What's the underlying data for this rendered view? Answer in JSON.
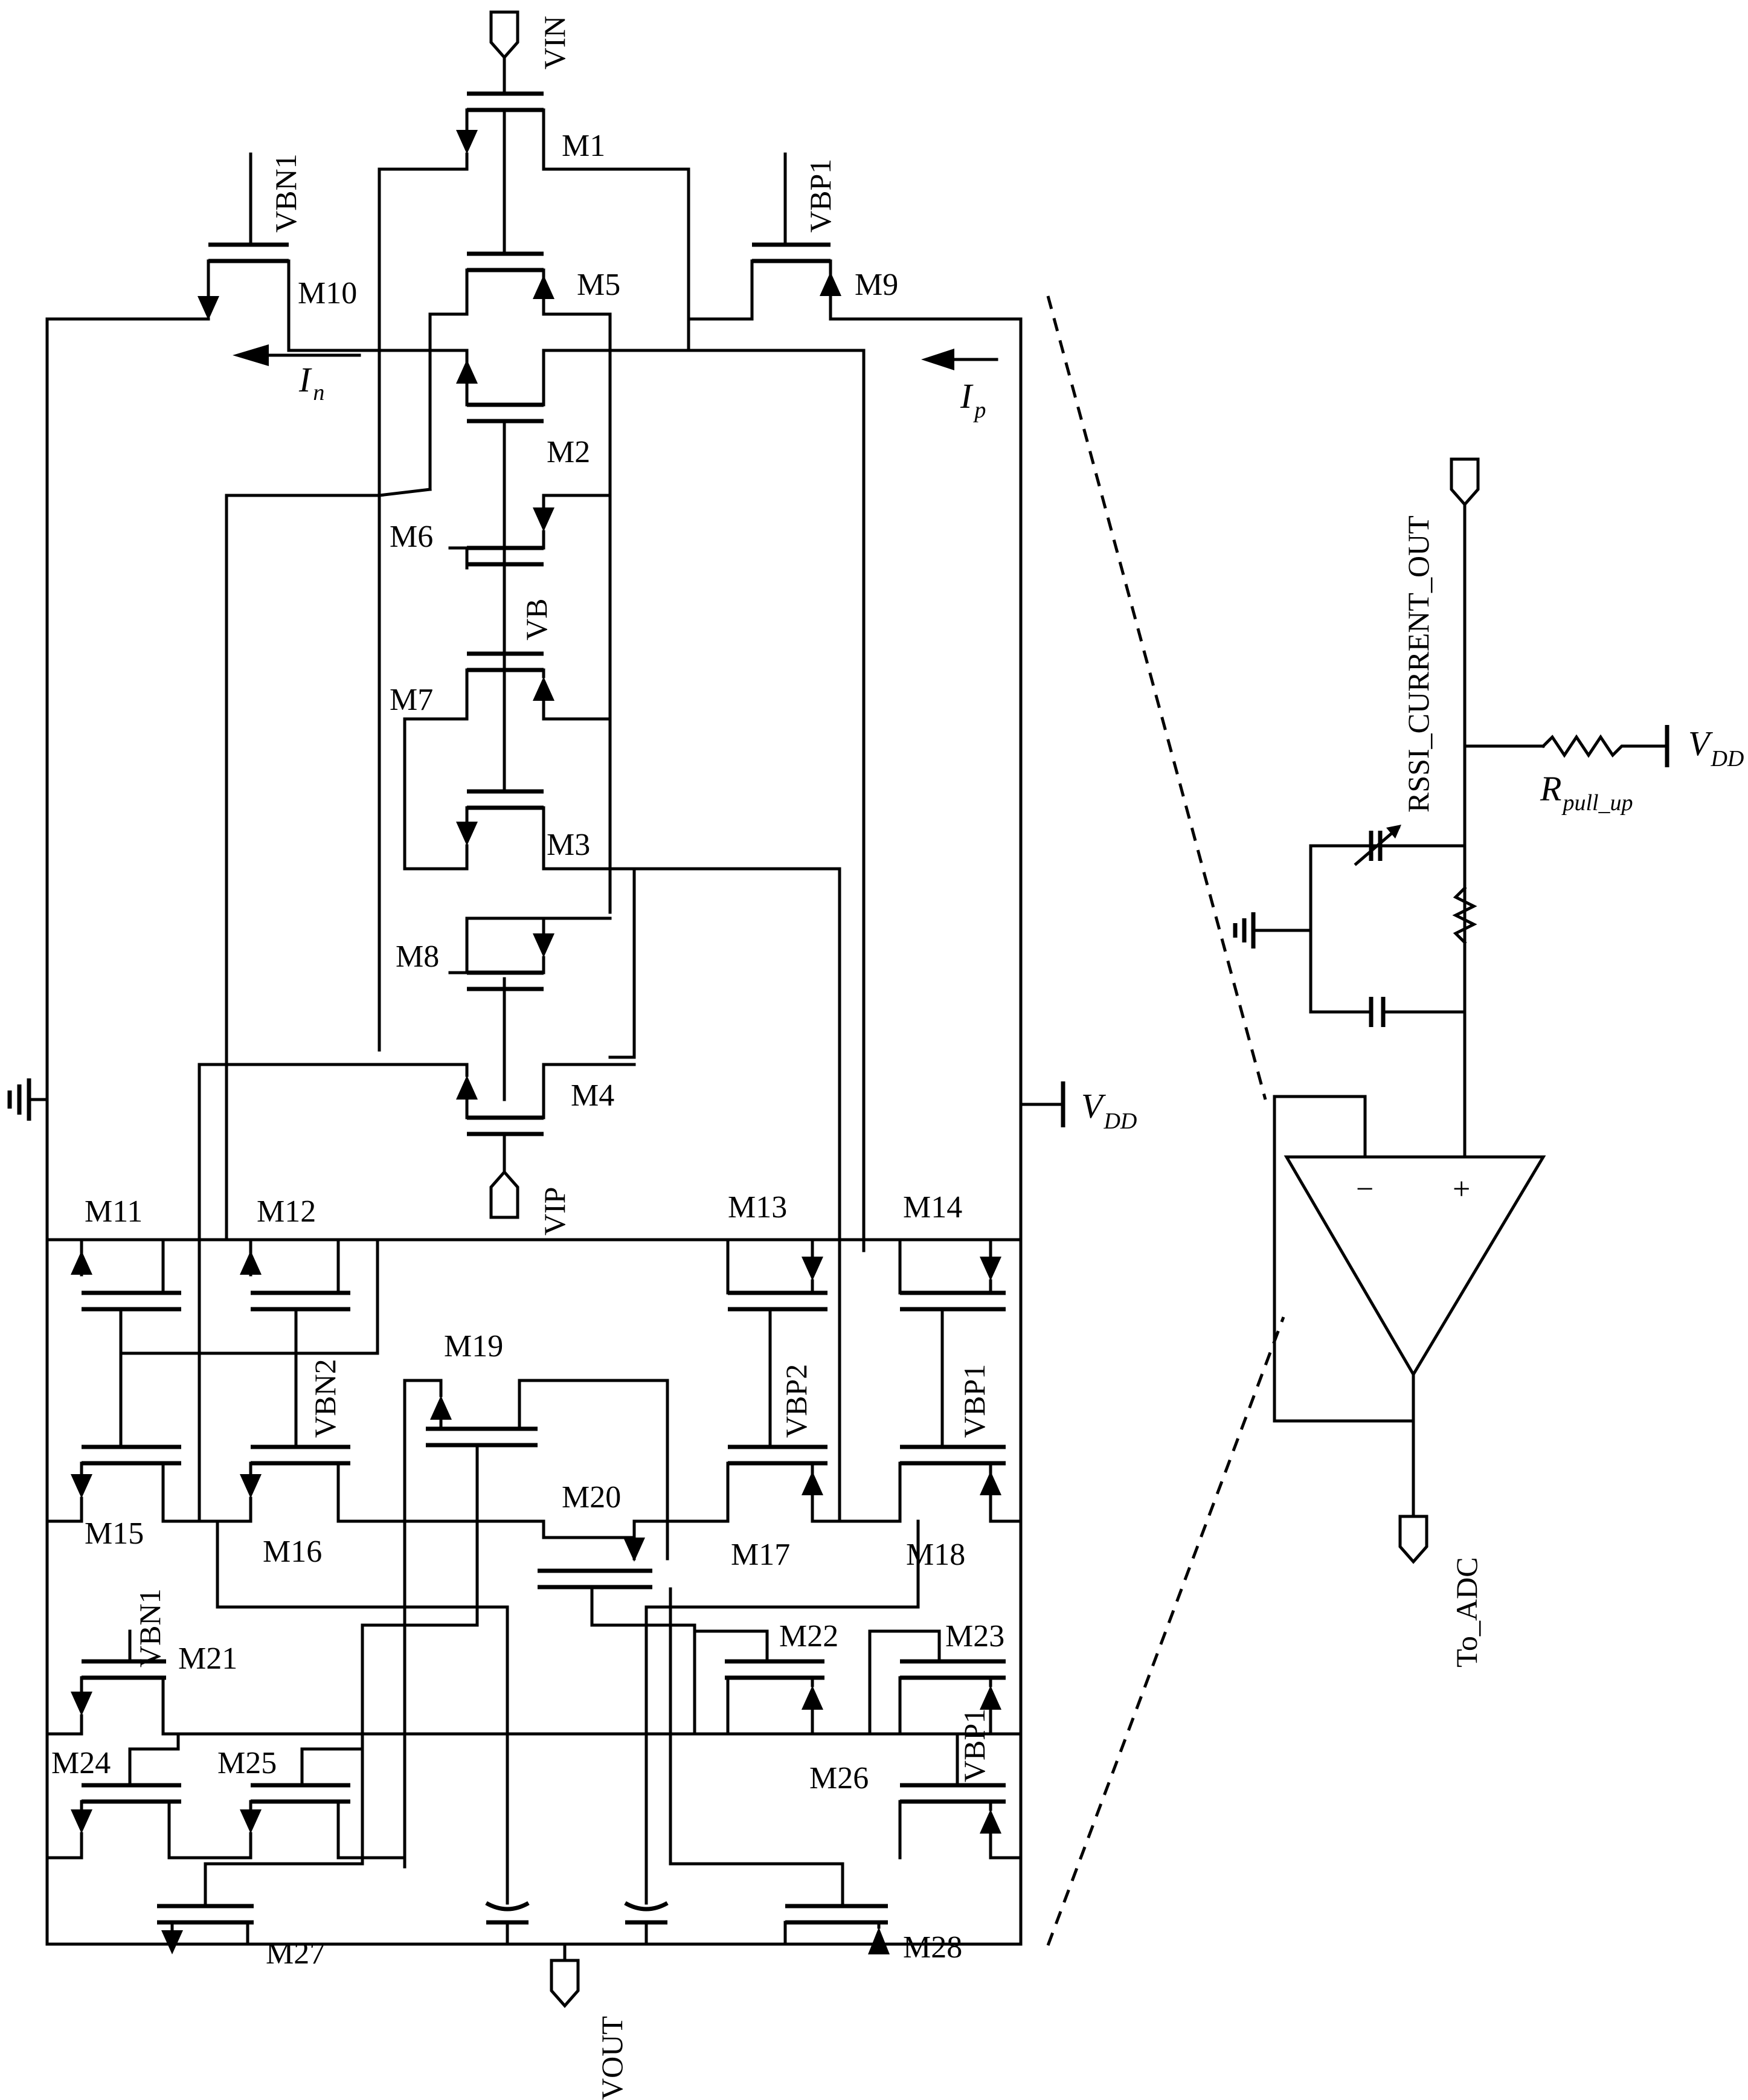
{
  "left_circuit": {
    "transistors": [
      "M1",
      "M2",
      "M3",
      "M4",
      "M5",
      "M6",
      "M7",
      "M8",
      "M9",
      "M10",
      "M11",
      "M12",
      "M13",
      "M14",
      "M15",
      "M16",
      "M17",
      "M18",
      "M19",
      "M20",
      "M21",
      "M22",
      "M23",
      "M24",
      "M25",
      "M26",
      "M27",
      "M28"
    ],
    "ports": {
      "vin": "VIN",
      "vip": "VIP",
      "vout": "VOUT"
    },
    "bias_labels": {
      "vbn1_top": "VBN1",
      "vbp1_top": "VBP1",
      "vb": "VB",
      "vbn2": "VBN2",
      "vbp2": "VBP2",
      "vbp1_mid": "VBP1",
      "vbn1_bottom": "VBN1",
      "vbp1_bottom": "VBP1"
    },
    "currents": {
      "in_main": "I",
      "in_sub": "n",
      "ip_main": "I",
      "ip_sub": "p"
    },
    "supply": {
      "vdd_main": "V",
      "vdd_sub": "DD"
    }
  },
  "right_circuit": {
    "rssi": "RSSI_CURRENT_OUT",
    "resistor_main": "R",
    "resistor_sub": "pull_up",
    "vdd_main": "V",
    "vdd_sub": "DD",
    "opamp_minus": "−",
    "opamp_plus": "+",
    "to_adc": "To_ADC"
  }
}
